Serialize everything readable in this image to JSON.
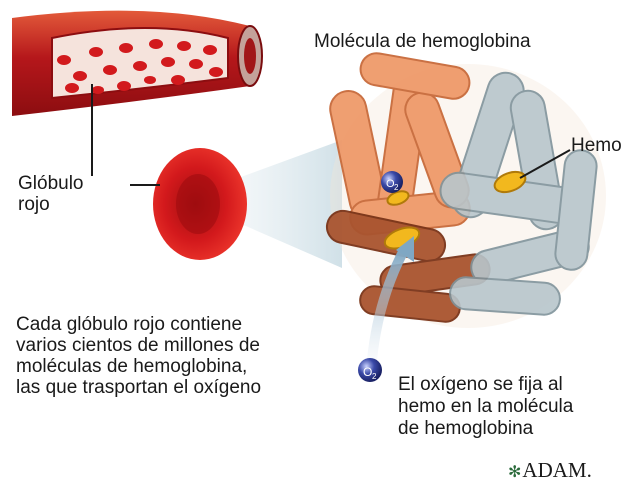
{
  "title": "Molécula de hemoglobina",
  "labels": {
    "red_cell": "Glóbulo\nrojo",
    "heme": "Hemo"
  },
  "caption": "Cada glóbulo rojo contiene\nvarios cientos de millones de\nmoléculas de hemoglobina,\nlas que trasportan el oxígeno",
  "oxygen_note": "El oxígeno se fija al\nhemo en la molécula\nde  hemoglobina",
  "oxygen_symbol": "O2",
  "brand": "ADAM.",
  "brand_icon": "star-icon",
  "colors": {
    "vessel": "#b5171b",
    "blood_cell": "#d21a1d",
    "orange_chain": "#ef9a6a",
    "gray_chain": "#b8c6cc",
    "heme": "#f2b81e",
    "oxygen": "#3b4aa8"
  }
}
